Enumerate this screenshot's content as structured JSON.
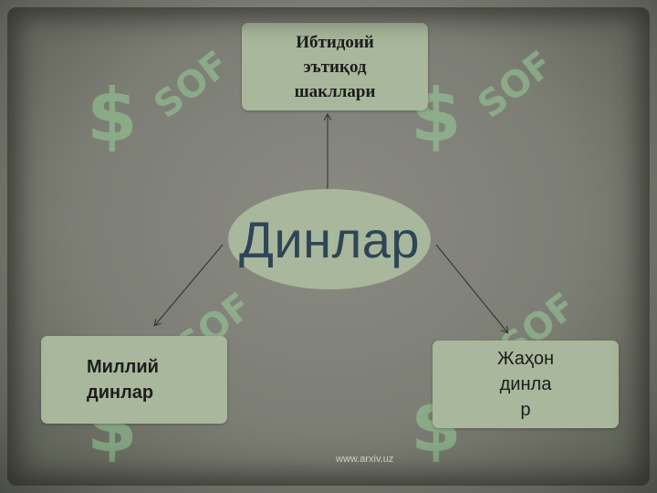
{
  "center": {
    "label": "Динлар"
  },
  "nodes": {
    "top": {
      "label": "Ибтидоий\nэътиқод\nшакллари"
    },
    "left": {
      "label": "Миллий\nдинлар"
    },
    "right": {
      "label": "Жаҳон\nдинла\nр"
    }
  },
  "footer": {
    "url": "www.arxiv.uz"
  },
  "watermark": {
    "text": "SOF"
  },
  "colors": {
    "box_fill": "#a9b79c",
    "center_text": "#2d4556",
    "background": "#7c7d74",
    "watermark": "#9be1a0"
  }
}
